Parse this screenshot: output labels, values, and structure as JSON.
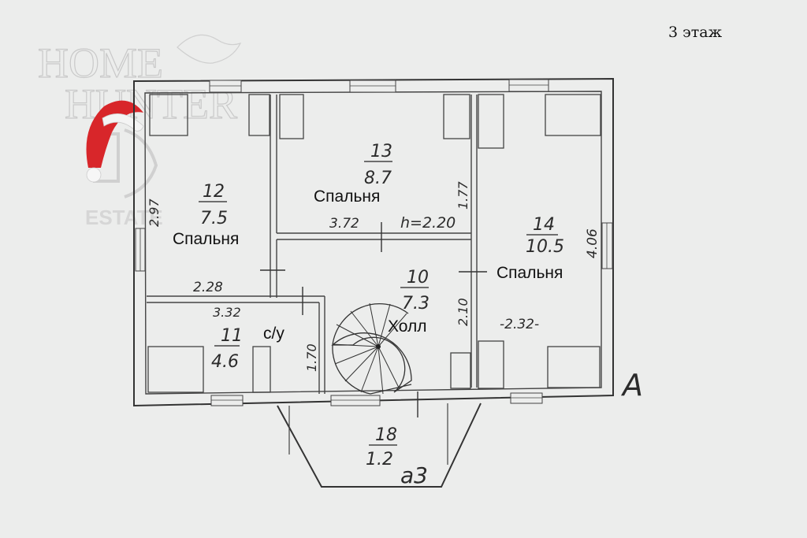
{
  "floor_label": "3 этаж",
  "watermark": {
    "line1": "HOME",
    "line2": "HUNTER",
    "line3": "ESTATE"
  },
  "rooms": [
    {
      "number": "12",
      "area": "7.5",
      "name": "Спальня",
      "dims": [
        "2.97",
        "2.28"
      ]
    },
    {
      "number": "13",
      "area": "8.7",
      "name": "Спальня",
      "dims": [
        "3.72",
        "h=2.20",
        "1.77"
      ]
    },
    {
      "number": "14",
      "area": "10.5",
      "name": "Спальня",
      "dims": [
        "4.06",
        "-2.32-"
      ]
    },
    {
      "number": "10",
      "area": "7.3",
      "name": "Холл",
      "dims": [
        "2.10"
      ]
    },
    {
      "number": "11",
      "area": "4.6",
      "name": "с/у",
      "dims": [
        "3.32",
        "1.70"
      ]
    },
    {
      "number": "18",
      "area": "1.2",
      "name": "",
      "dims": []
    }
  ],
  "annotations": {
    "section_letter": "A",
    "balcony_mark": "а3"
  }
}
